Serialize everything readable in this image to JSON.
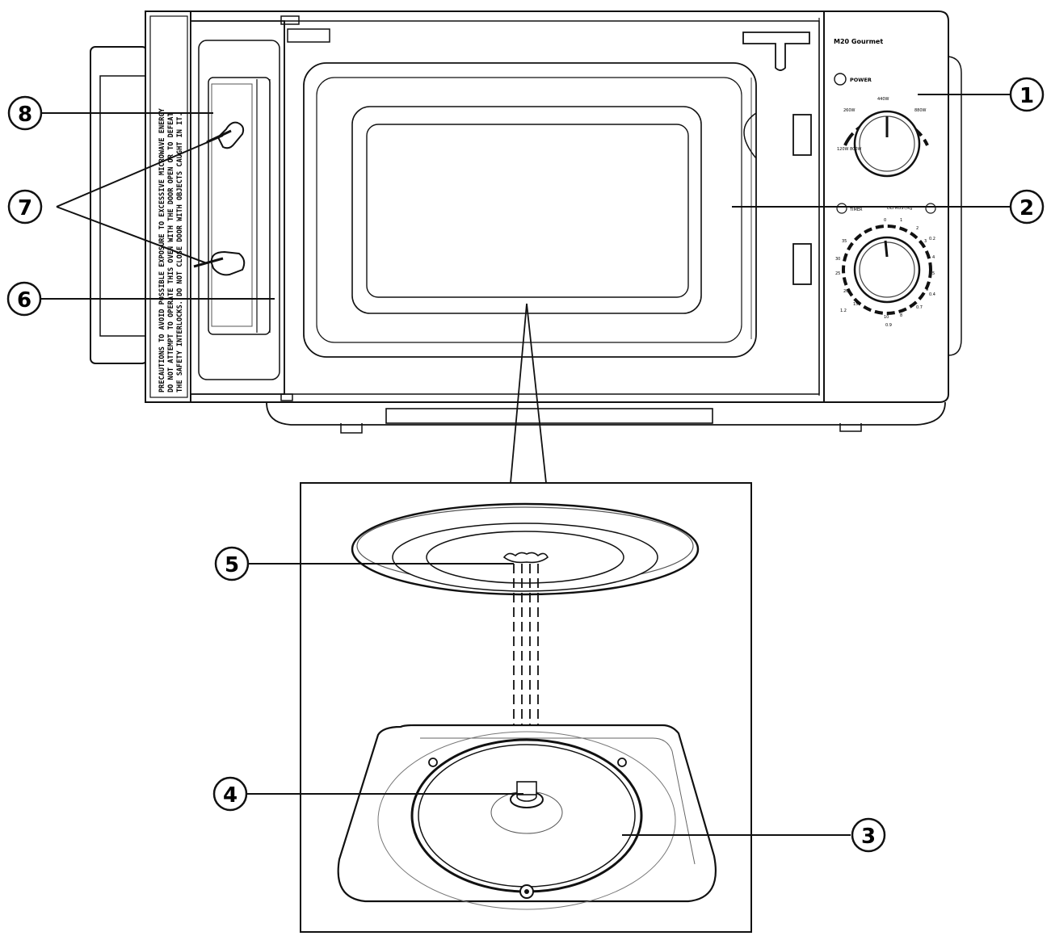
{
  "brand": {
    "model": "M20 Gourmet"
  },
  "controls": {
    "power_label": "POWER",
    "power_levels": [
      "120W",
      "800W",
      "260W",
      "440W",
      "880W"
    ],
    "timer_label": "TIMER",
    "defrost_label": "DEFROST/kg",
    "timer_marks": [
      "0",
      "1",
      "2",
      "3",
      "0.2",
      "4",
      "5",
      "0.4",
      "6",
      "0.7",
      "8",
      "10",
      "0.9",
      "15",
      "1.2",
      "20",
      "25",
      "30",
      "35"
    ]
  },
  "door_warning": [
    "PRECAUTIONS TO AVOID POSSIBLE EXPOSURE TO EXCESSIVE MICROWAVE ENERGY",
    "DO NOT ATTEMPT TO OPERATE THIS OVEN WITH THE DOOR OPEN OR TO DEFEAT",
    "THE SAFETY INTERLOCKS. DO NOT CLOSE DOOR WITH OBJECTS CAUGHT IN IT."
  ],
  "callouts": [
    {
      "number": "1"
    },
    {
      "number": "2"
    },
    {
      "number": "3"
    },
    {
      "number": "4"
    },
    {
      "number": "5"
    },
    {
      "number": "6"
    },
    {
      "number": "7"
    },
    {
      "number": "8"
    }
  ],
  "colors": {
    "line": "#111111",
    "light_line": "#777777",
    "fill_light": "#f4f4f4",
    "fill_mid": "#e2e2e2"
  }
}
